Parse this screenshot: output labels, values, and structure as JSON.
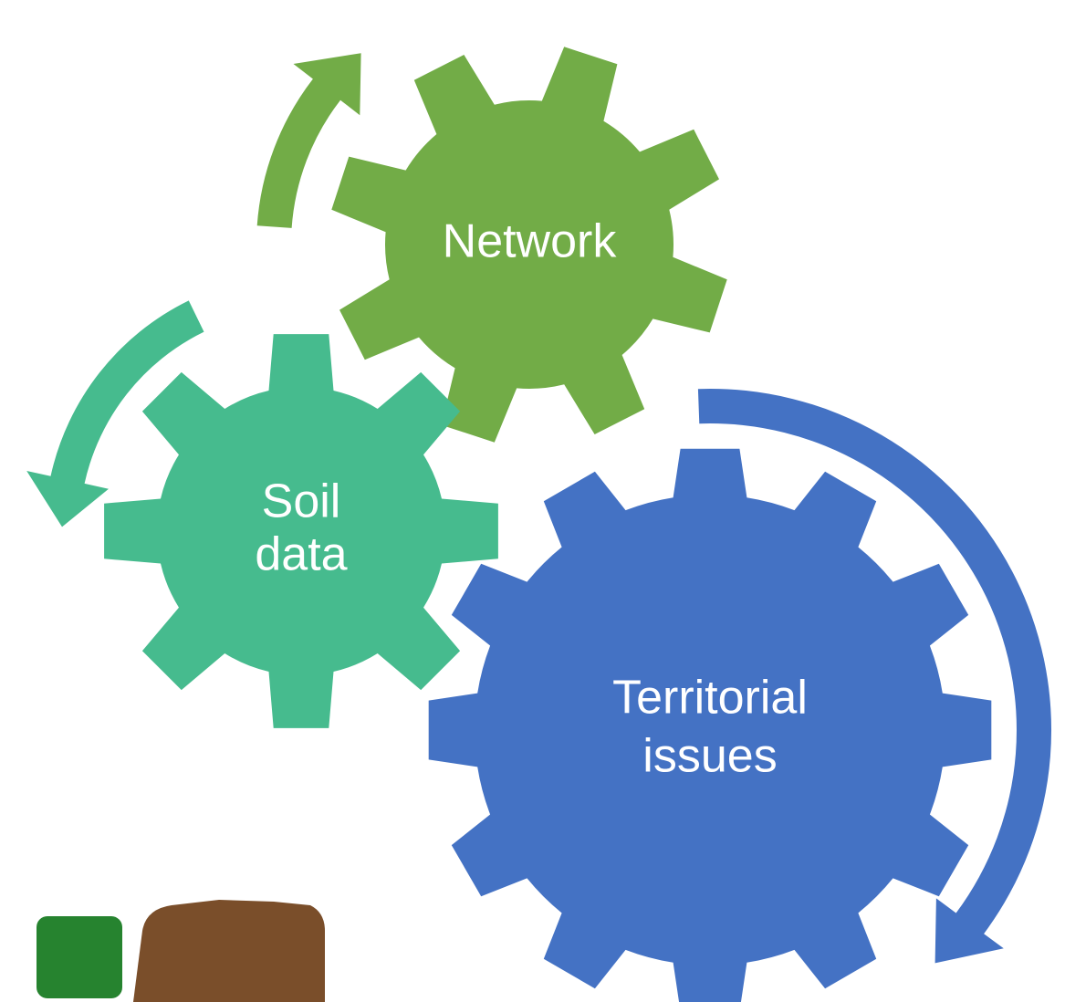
{
  "gears": [
    {
      "id": "network",
      "label_lines": [
        "Network"
      ],
      "color": "#72AC47"
    },
    {
      "id": "soil-data",
      "label_lines": [
        "Soil",
        "data"
      ],
      "color": "#46BB8E"
    },
    {
      "id": "territorial-issues",
      "label_lines": [
        "Territorial",
        "issues"
      ],
      "color": "#4472C4"
    }
  ],
  "arrows": [
    {
      "id": "network-arrow",
      "color": "#72AC47"
    },
    {
      "id": "soil-data-arrow",
      "color": "#46BB8E"
    },
    {
      "id": "territorial-issues-arrow",
      "color": "#4472C4"
    }
  ],
  "logo": {
    "left_color": "#26832F",
    "right_color": "#7A4E2A"
  }
}
